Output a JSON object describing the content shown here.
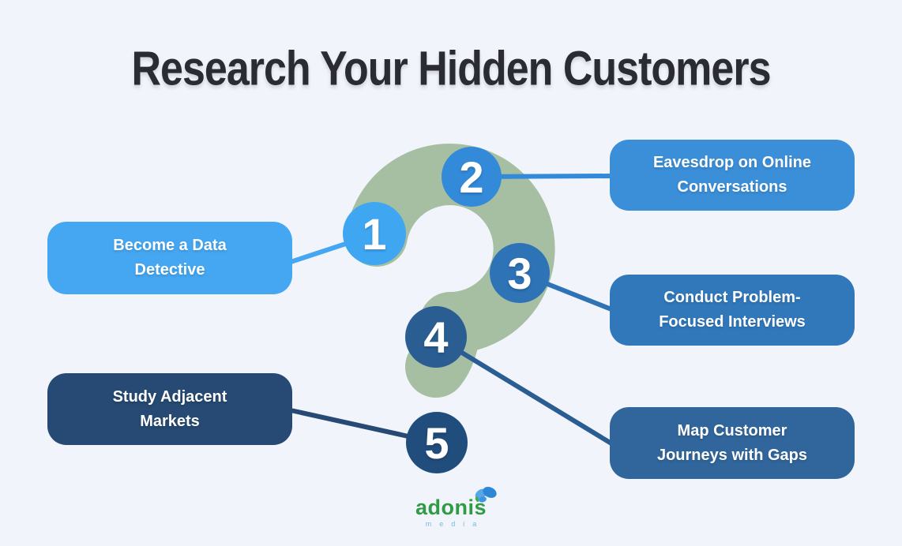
{
  "title": "Research Your Hidden Customers",
  "steps": [
    {
      "number": "1",
      "label": "Become a Data\nDetective"
    },
    {
      "number": "2",
      "label": "Eavesdrop on Online\nConversations"
    },
    {
      "number": "3",
      "label": "Conduct Problem-\nFocused Interviews"
    },
    {
      "number": "4",
      "label": "Map Customer\nJourneys with Gaps"
    },
    {
      "number": "5",
      "label": "Study Adjacent\nMarkets"
    }
  ],
  "logo": {
    "name": "adonis",
    "tagline": "media"
  },
  "colors": {
    "background": "#f1f4fb",
    "title_text": "#2b2c33",
    "question_mark_green": "#a6bfa3",
    "step1_blue": "#45a7f2",
    "step2_blue": "#338ad8",
    "step3_blue": "#2d74b8",
    "step4_circle_blue": "#2a5d92",
    "step4_box_blue": "#31669c",
    "step5_navy": "#264a73",
    "logo_green": "#2f9b44",
    "logo_light_blue": "#74bcdc",
    "butterfly_blue": "#2e87d4"
  }
}
